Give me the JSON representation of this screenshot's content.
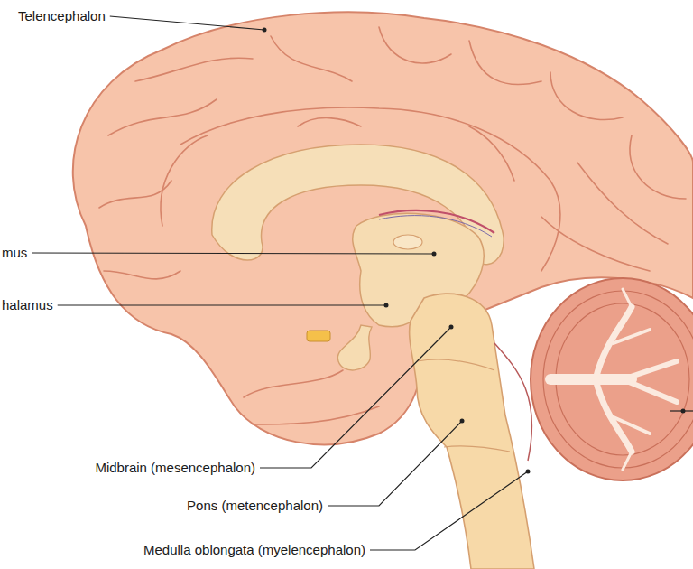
{
  "diagram": {
    "labels": [
      "Telencephalon",
      "mus",
      "halamus",
      "Midbrain (mesencephalon)",
      "Pons (metencephalon)",
      "Medulla oblongata (myelencephalon)"
    ]
  }
}
